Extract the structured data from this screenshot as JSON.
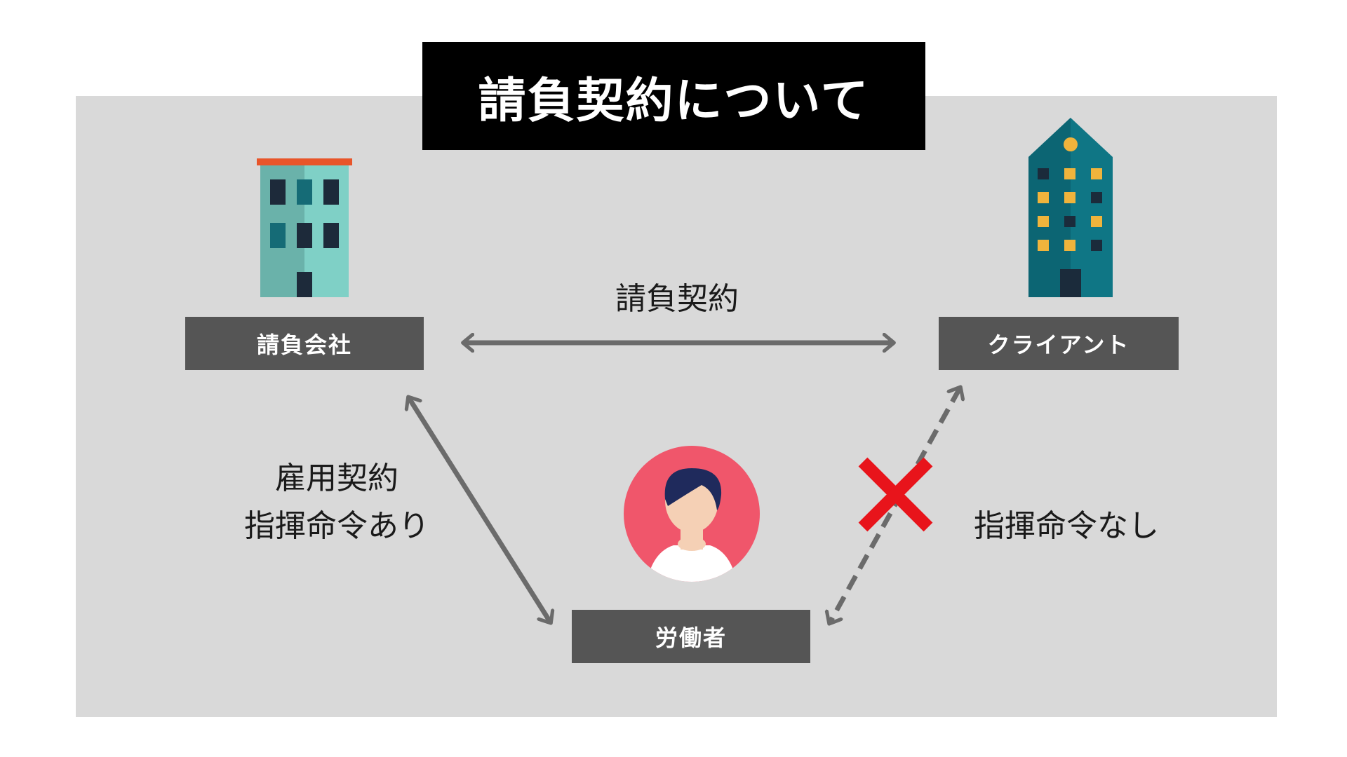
{
  "title": "請負契約について",
  "nodes": {
    "contractor": "請負会社",
    "client": "クライアント",
    "worker": "労働者"
  },
  "relations": {
    "contract": "請負契約",
    "employment_line1": "雇用契約",
    "employment_line2": "指揮命令あり",
    "no_command": "指揮命令なし"
  },
  "colors": {
    "panel": "#d9d9d9",
    "label_box": "#555555",
    "arrow": "#6b6b6b",
    "cross": "#e8141b",
    "person_circle": "#f0566b"
  }
}
